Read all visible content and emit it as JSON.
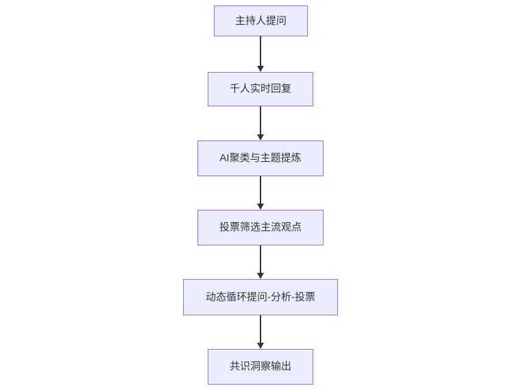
{
  "diagram": {
    "type": "flowchart",
    "direction": "top-down",
    "nodes": [
      {
        "id": "step-1",
        "label": "主持人提问"
      },
      {
        "id": "step-2",
        "label": "千人实时回复"
      },
      {
        "id": "step-3",
        "label": "AI聚类与主题提炼"
      },
      {
        "id": "step-4",
        "label": "投票筛选主流观点"
      },
      {
        "id": "step-5",
        "label": "动态循环提问-分析-投票"
      },
      {
        "id": "step-6",
        "label": "共识洞察输出"
      }
    ],
    "edges": [
      {
        "from": "主持人提问",
        "to": "千人实时回复",
        "style": "arrow-down"
      },
      {
        "from": "千人实时回复",
        "to": "AI聚类与主题提炼",
        "style": "arrow-down"
      },
      {
        "from": "AI聚类与主题提炼",
        "to": "投票筛选主流观点",
        "style": "arrow-down"
      },
      {
        "from": "投票筛选主流观点",
        "to": "动态循环提问-分析-投票",
        "style": "arrow-down"
      },
      {
        "from": "动态循环提问-分析-投票",
        "to": "共识洞察输出",
        "style": "arrow-down"
      }
    ],
    "colors": {
      "node_fill": "#ECECFF",
      "node_border": "#9370DB",
      "arrow": "#333333",
      "text": "#333333",
      "background": "#FFFFFF"
    }
  }
}
